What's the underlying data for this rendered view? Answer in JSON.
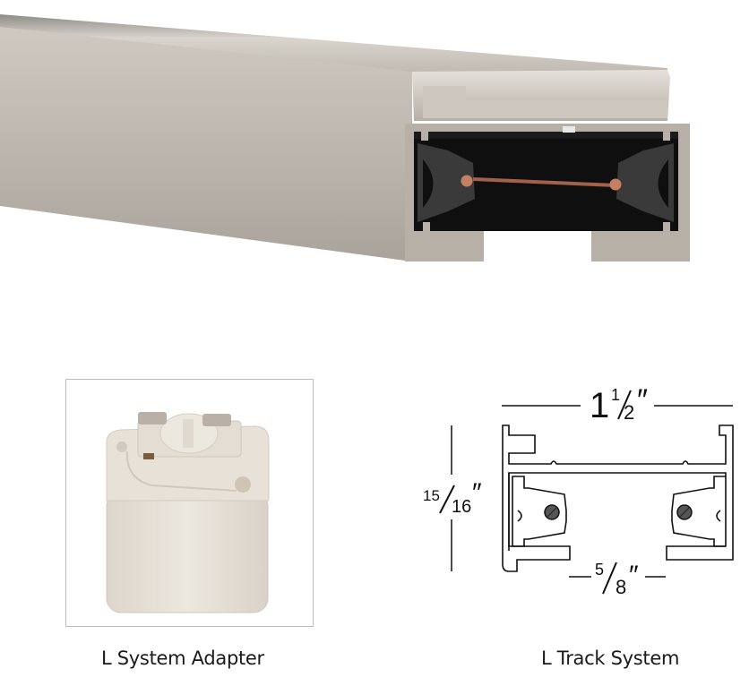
{
  "hero": {
    "subject": "L Track section, brushed nickel finish, end profile view",
    "colors": {
      "body": "#b9b3ab",
      "highlight": "#ddd8d1",
      "insulator": "#2b2b2b",
      "copper": "#c07a5c"
    }
  },
  "adapter": {
    "caption": "L System Adapter",
    "color": "#e8e2d9"
  },
  "track_profile": {
    "caption": "L Track System",
    "dimensions": {
      "width": {
        "whole": "1",
        "num": "1",
        "den": "2",
        "unit": "″"
      },
      "height": {
        "num": "15",
        "den": "16",
        "unit": "″"
      },
      "opening": {
        "num": "5",
        "den": "8",
        "unit": "″"
      }
    }
  }
}
